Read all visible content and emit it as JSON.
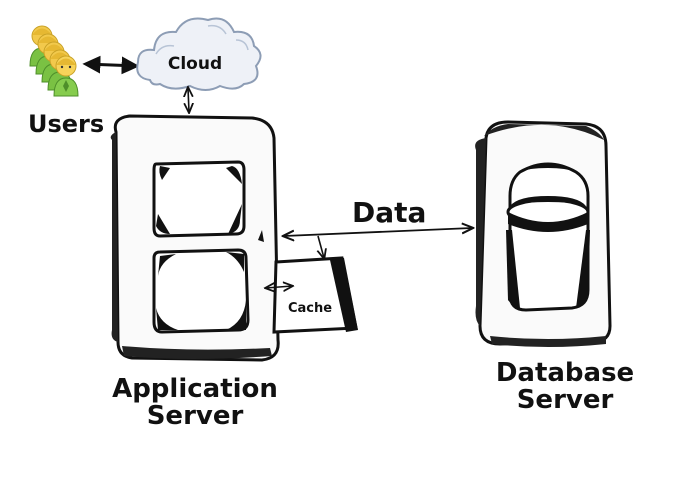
{
  "labels": {
    "users": "Users",
    "cloud": "Cloud",
    "data": "Data",
    "cache": "Cache",
    "application_server": [
      "Application",
      "Server"
    ],
    "database_server": [
      "Database",
      "Server"
    ]
  },
  "icons": {
    "users": "users-group-icon",
    "cloud": "cloud-icon",
    "application_server": "server-tower-icon",
    "database_server": "database-server-icon",
    "cache": "cache-box-icon"
  },
  "colors": {
    "user_skin": "#f2c94c",
    "user_body": "#7ac143",
    "user_body_dark": "#4e8f2a",
    "cloud_fill": "#eef1f7",
    "cloud_stroke": "#8d9db5",
    "ink": "#111111"
  }
}
